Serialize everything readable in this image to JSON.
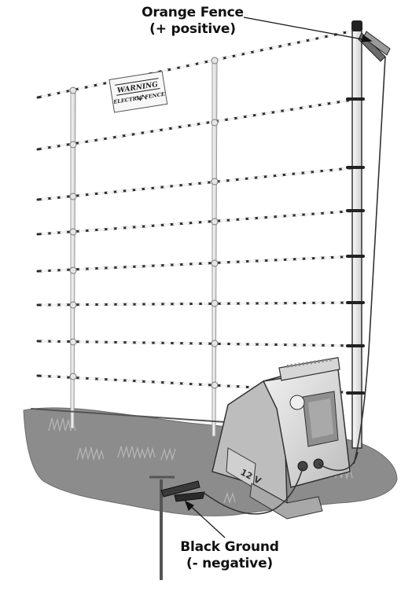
{
  "callouts": {
    "positive": {
      "line1": "Orange Fence",
      "line2": "(+ positive)"
    },
    "negative": {
      "line1": "Black Ground",
      "line2": "(- negative)"
    }
  },
  "sign": {
    "line1": "WARNING",
    "line2": "ELECTRIC FENCE"
  },
  "energizer": {
    "battery_label": "12 V"
  },
  "colors": {
    "ground": "#8c8c8c",
    "wire_dark": "#2b2b2b",
    "wire_light": "#f2f2f2",
    "post": "#ececec",
    "energizer_body": "#d9d9d9",
    "text": "#111111"
  },
  "icons": [
    "warning-sign-icon",
    "crocodile-clip-icon",
    "ground-rod-icon",
    "energizer-icon"
  ]
}
